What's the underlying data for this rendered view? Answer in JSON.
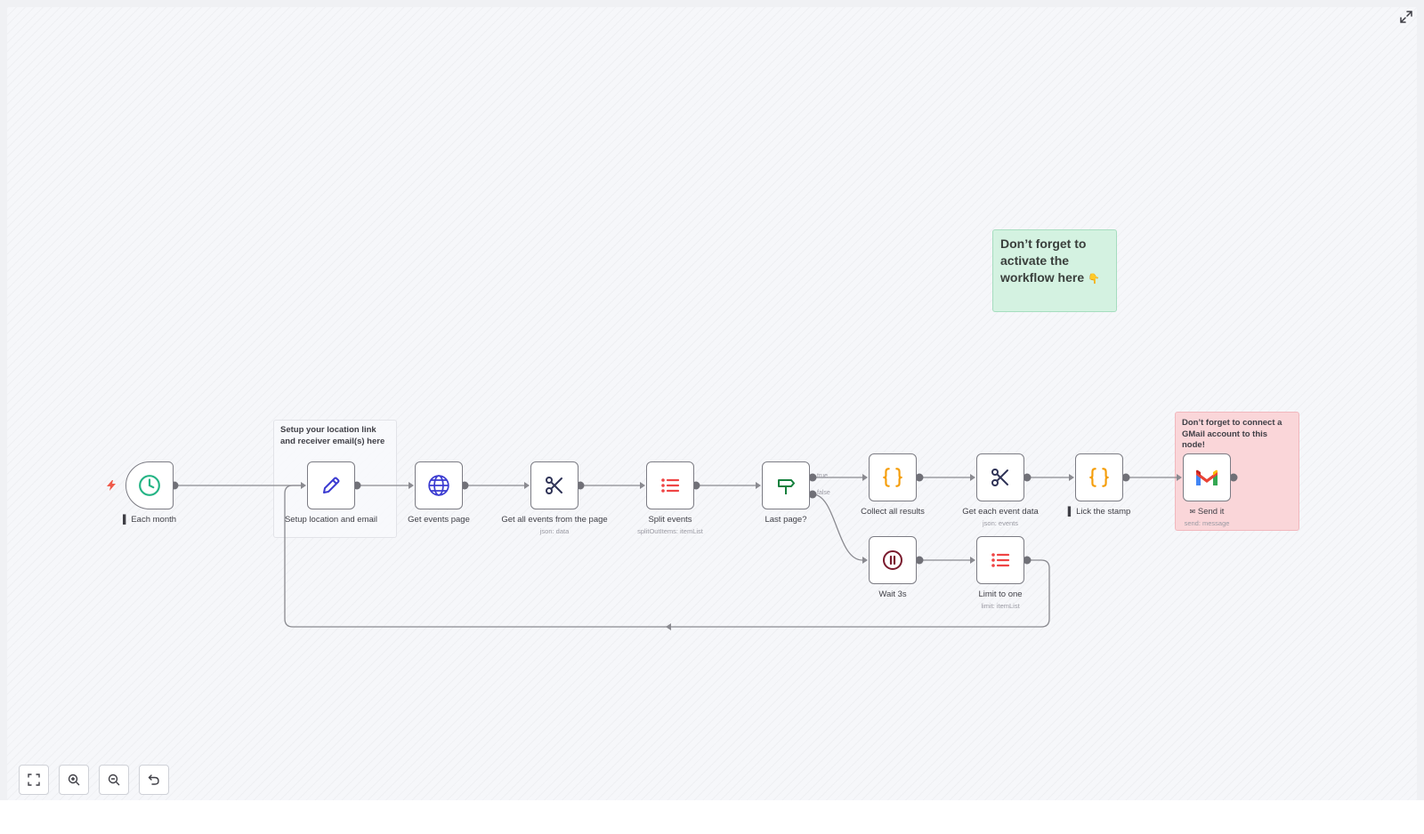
{
  "notes": {
    "activate": "Don’t forget to activate the workflow here",
    "activate_emoji": "👇",
    "gmail": "Don’t forget to connect a GMail account to this node!",
    "setup": "Setup your location link and receiver email(s) here"
  },
  "nodes": {
    "each_month": {
      "label": "Each month",
      "prefix": "▌",
      "icon": "clock-icon"
    },
    "setup": {
      "label": "Setup location and email",
      "icon": "pencil-icon"
    },
    "get_page": {
      "label": "Get events page",
      "icon": "globe-icon"
    },
    "get_all_events": {
      "label": "Get all events from the page",
      "sub": "json: data",
      "icon": "scissors-icon"
    },
    "split_events": {
      "label": "Split events",
      "sub": "splitOutItems: itemList",
      "icon": "list-icon"
    },
    "last_page": {
      "label": "Last page?",
      "icon": "signpost-icon"
    },
    "collect": {
      "label": "Collect all results",
      "icon": "braces-icon"
    },
    "get_each": {
      "label": "Get each event data",
      "sub": "json: events",
      "icon": "scissors-icon"
    },
    "lick": {
      "label": "Lick the stamp",
      "prefix": "▌",
      "icon": "braces-icon"
    },
    "send": {
      "label": "Send it",
      "prefix": "✉",
      "sub": "send: message",
      "icon": "gmail-icon"
    },
    "wait": {
      "label": "Wait 3s",
      "icon": "pause-icon"
    },
    "limit": {
      "label": "Limit to one",
      "sub": "limit: itemList",
      "icon": "list-icon"
    }
  },
  "branches": {
    "true": "true",
    "false": "false"
  },
  "colors": {
    "edge": "#8a8a90",
    "green_accent": "#25b485",
    "blue_accent": "#3b3bd1",
    "orange_accent": "#f59e0b",
    "red_accent": "#ef4444",
    "maroon_accent": "#7a1b2e",
    "sticky_green": "#d4f2e1",
    "sticky_red": "#fad6d9"
  },
  "controls": [
    "fit-view-button",
    "zoom-in-button",
    "zoom-out-button",
    "reset-zoom-button"
  ]
}
